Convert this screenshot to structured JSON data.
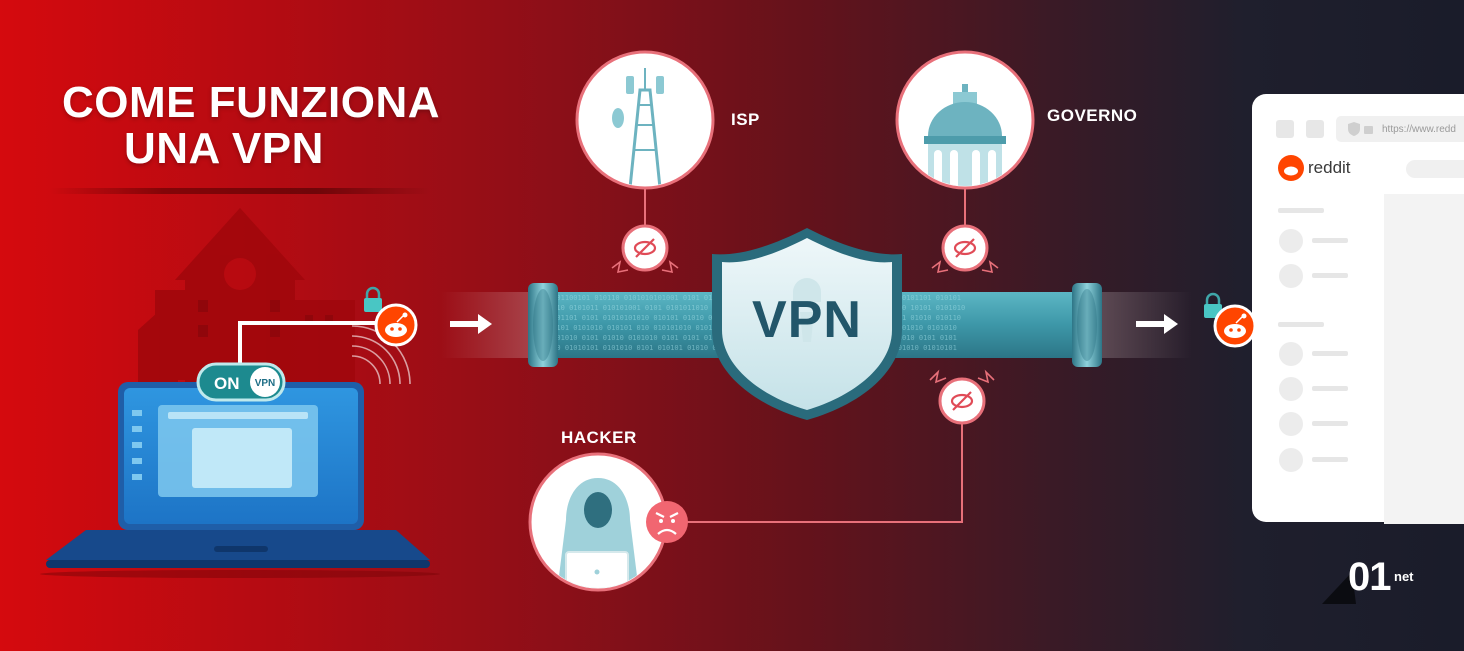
{
  "title": {
    "line1": "COME FUNZIONA",
    "line2": "UNA VPN"
  },
  "labels": {
    "isp": "ISP",
    "governo": "GOVERNO",
    "hacker": "HACKER"
  },
  "vpn_shield_text": "VPN",
  "toggle": {
    "on": "ON",
    "badge": "VPN"
  },
  "browser": {
    "brand": "reddit",
    "url": "https://www.redd"
  },
  "logo": {
    "main": "01",
    "suffix": "net"
  },
  "colors": {
    "accent_red": "#d50a0e",
    "dark_navy": "#1a1c2a",
    "tunnel_teal": "#3f9fae",
    "reddit_orange": "#ff4500",
    "warning_pink": "#e8707a"
  },
  "icons": [
    "cell-tower-icon",
    "government-dome-icon",
    "hacker-icon",
    "eye-slash-icon",
    "padlock-icon",
    "reddit-icon",
    "wifi-signal-icon",
    "arrow-right-icon",
    "shield-icon",
    "angry-face-icon"
  ]
}
